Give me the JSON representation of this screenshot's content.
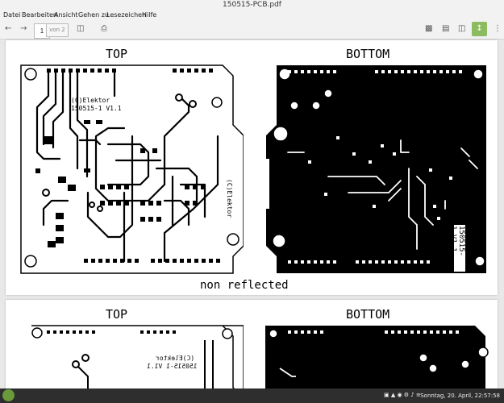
{
  "window": {
    "title": "150515-PCB.pdf"
  },
  "menu": [
    "Datei",
    "Bearbeiten",
    "Ansicht",
    "Gehen zu",
    "Lesezeichen",
    "Hilfe"
  ],
  "toolbar": {
    "page_current": "1",
    "page_of": "von 2"
  },
  "pages": [
    {
      "top_label": "TOP",
      "bottom_label": "BOTTOM",
      "copyright": "(C)Elektor",
      "board_id": "150515-1 V1.1",
      "caption": "non reflected"
    },
    {
      "top_label": "TOP",
      "bottom_label": "BOTTOM",
      "copyright": "(C)Elektor",
      "board_id": "150515-1 V1.1"
    }
  ],
  "taskbar": {
    "datetime": "Sonntag, 20. April, 22:57:58"
  }
}
